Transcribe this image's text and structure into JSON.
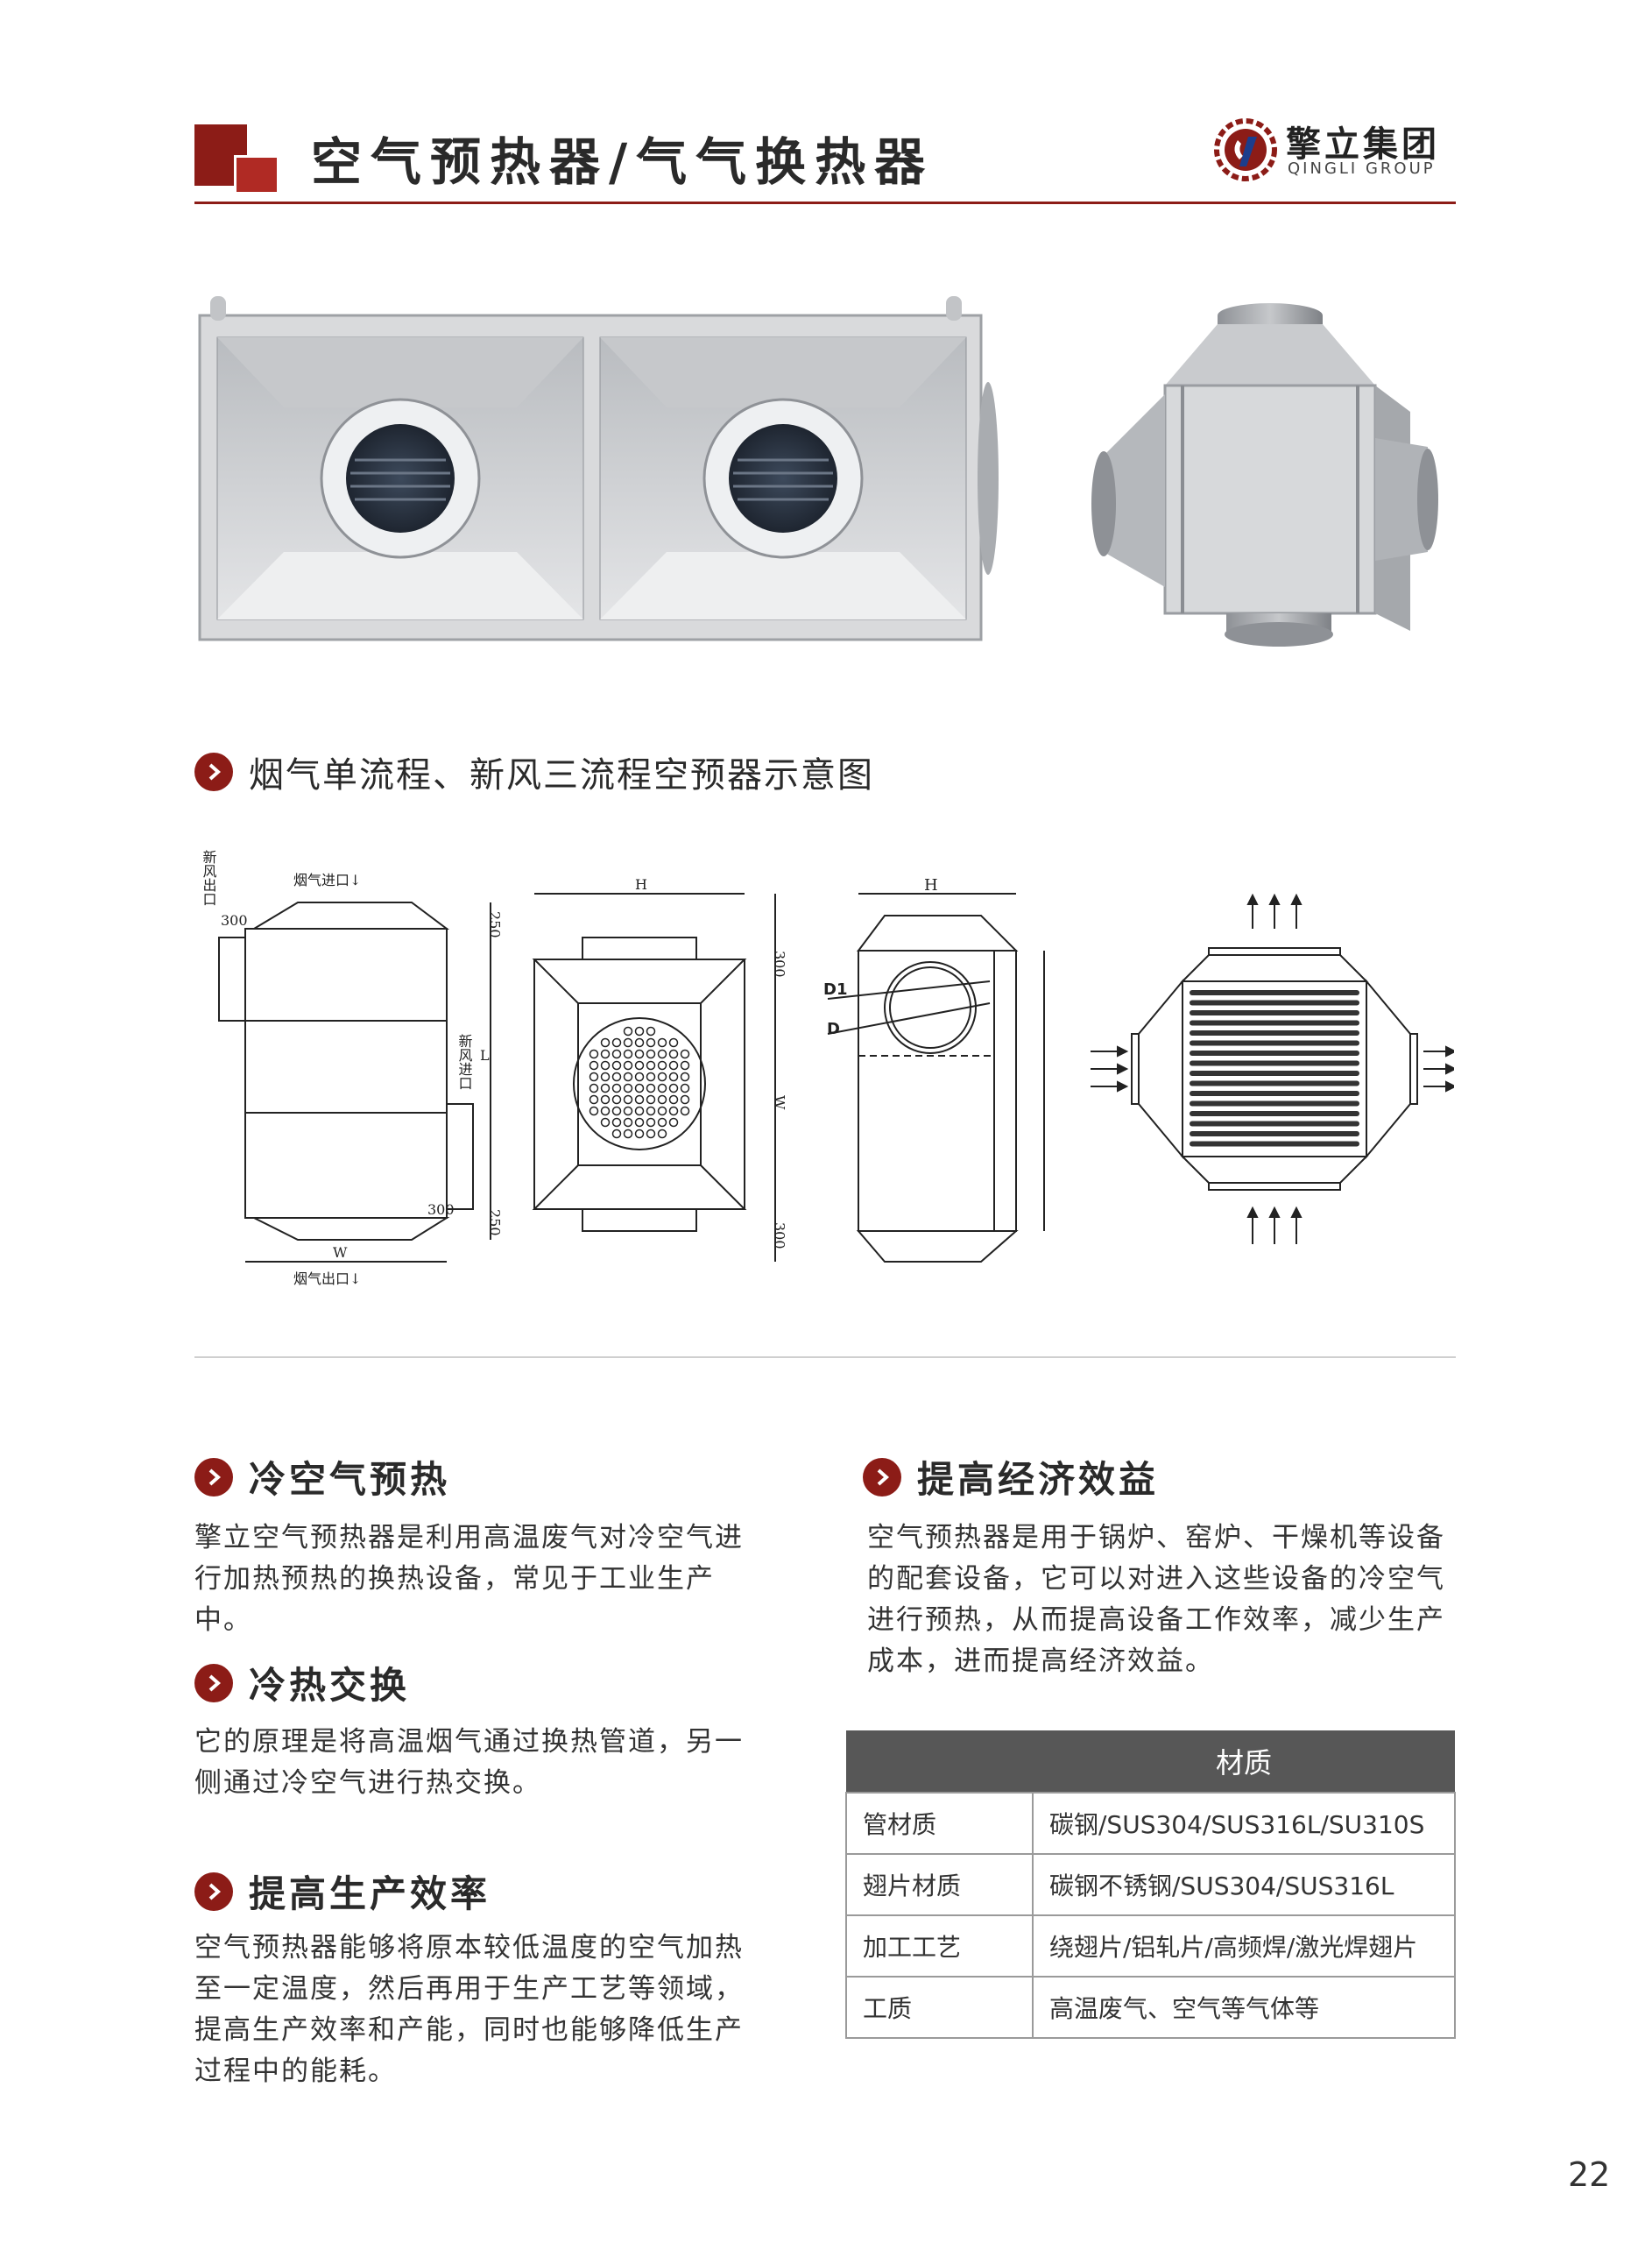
{
  "header": {
    "title": "空气预热器/气气换热器",
    "brand_cn": "擎立集团",
    "brand_en": "QINGLI GROUP"
  },
  "diagram_section": {
    "title": "烟气单流程、新风三流程空预器示意图",
    "labels": {
      "fresh_air_out": "新风出口",
      "flue_in": "烟气进口↓",
      "flue_out": "烟气出口↓",
      "fresh_air_in": "新风进口",
      "d300": "300",
      "d250": "250",
      "L": "L",
      "W": "W",
      "H": "H",
      "D1": "D1",
      "D": "D"
    }
  },
  "sections": {
    "cold_preheat": {
      "title": "冷空气预热",
      "lines": [
        "擎立空气预热器是利用高温废气对冷空气进",
        "行加热预热的换热设备，常见于工业生产",
        "中。"
      ]
    },
    "exchange": {
      "title": "冷热交换",
      "lines": [
        "它的原理是将高温烟气通过换热管道，另一",
        "侧通过冷空气进行热交换。"
      ]
    },
    "efficiency": {
      "title": "提高生产效率",
      "lines": [
        "空气预热器能够将原本较低温度的空气加热",
        "至一定温度，然后再用于生产工艺等领域，",
        "提高生产效率和产能，同时也能够降低生产",
        "过程中的能耗。"
      ]
    },
    "economic": {
      "title": "提高经济效益",
      "lines": [
        "空气预热器是用于锅炉、窑炉、干燥机等设备",
        "的配套设备，它可以对进入这些设备的冷空气",
        "进行预热，从而提高设备工作效率，减少生产",
        "成本，进而提高经济效益。"
      ]
    }
  },
  "materials_table": {
    "header": "材质",
    "rows": [
      {
        "key": "管材质",
        "value": "碳钢/SUS304/SUS316L/SU310S"
      },
      {
        "key": "翅片材质",
        "value": "碳钢不锈钢/SUS304/SUS316L"
      },
      {
        "key": "加工工艺",
        "value": "绕翅片/铝轧片/高频焊/激光焊翅片"
      },
      {
        "key": "工质",
        "value": "高温废气、空气等气体等"
      }
    ]
  },
  "page_number": "22",
  "colors": {
    "accent": "#8c1c17",
    "table_header": "#575757"
  }
}
